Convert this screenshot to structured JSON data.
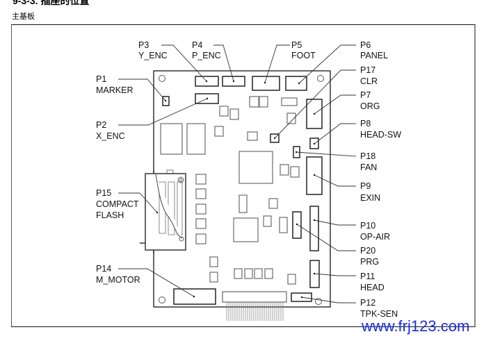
{
  "heading": "9-3-3. 插座的位置",
  "subtitle": "主基板",
  "watermark": "www.frj123.com",
  "connectors": [
    {
      "id": "P1",
      "name": "MARKER"
    },
    {
      "id": "P2",
      "name": "X_ENC"
    },
    {
      "id": "P3",
      "name": "Y_ENC"
    },
    {
      "id": "P4",
      "name": "P_ENC"
    },
    {
      "id": "P5",
      "name": "FOOT"
    },
    {
      "id": "P6",
      "name": "PANEL"
    },
    {
      "id": "P17",
      "name": "CLR"
    },
    {
      "id": "P7",
      "name": "ORG"
    },
    {
      "id": "P8",
      "name": "HEAD-SW"
    },
    {
      "id": "P18",
      "name": "FAN"
    },
    {
      "id": "P9",
      "name": "EXIN"
    },
    {
      "id": "P10",
      "name": "OP-AIR"
    },
    {
      "id": "P20",
      "name": "PRG"
    },
    {
      "id": "P11",
      "name": "HEAD"
    },
    {
      "id": "P12",
      "name": "TPK-SEN"
    },
    {
      "id": "P15",
      "name": "COMPACT FLASH"
    },
    {
      "id": "P14",
      "name": "M_MOTOR"
    }
  ]
}
